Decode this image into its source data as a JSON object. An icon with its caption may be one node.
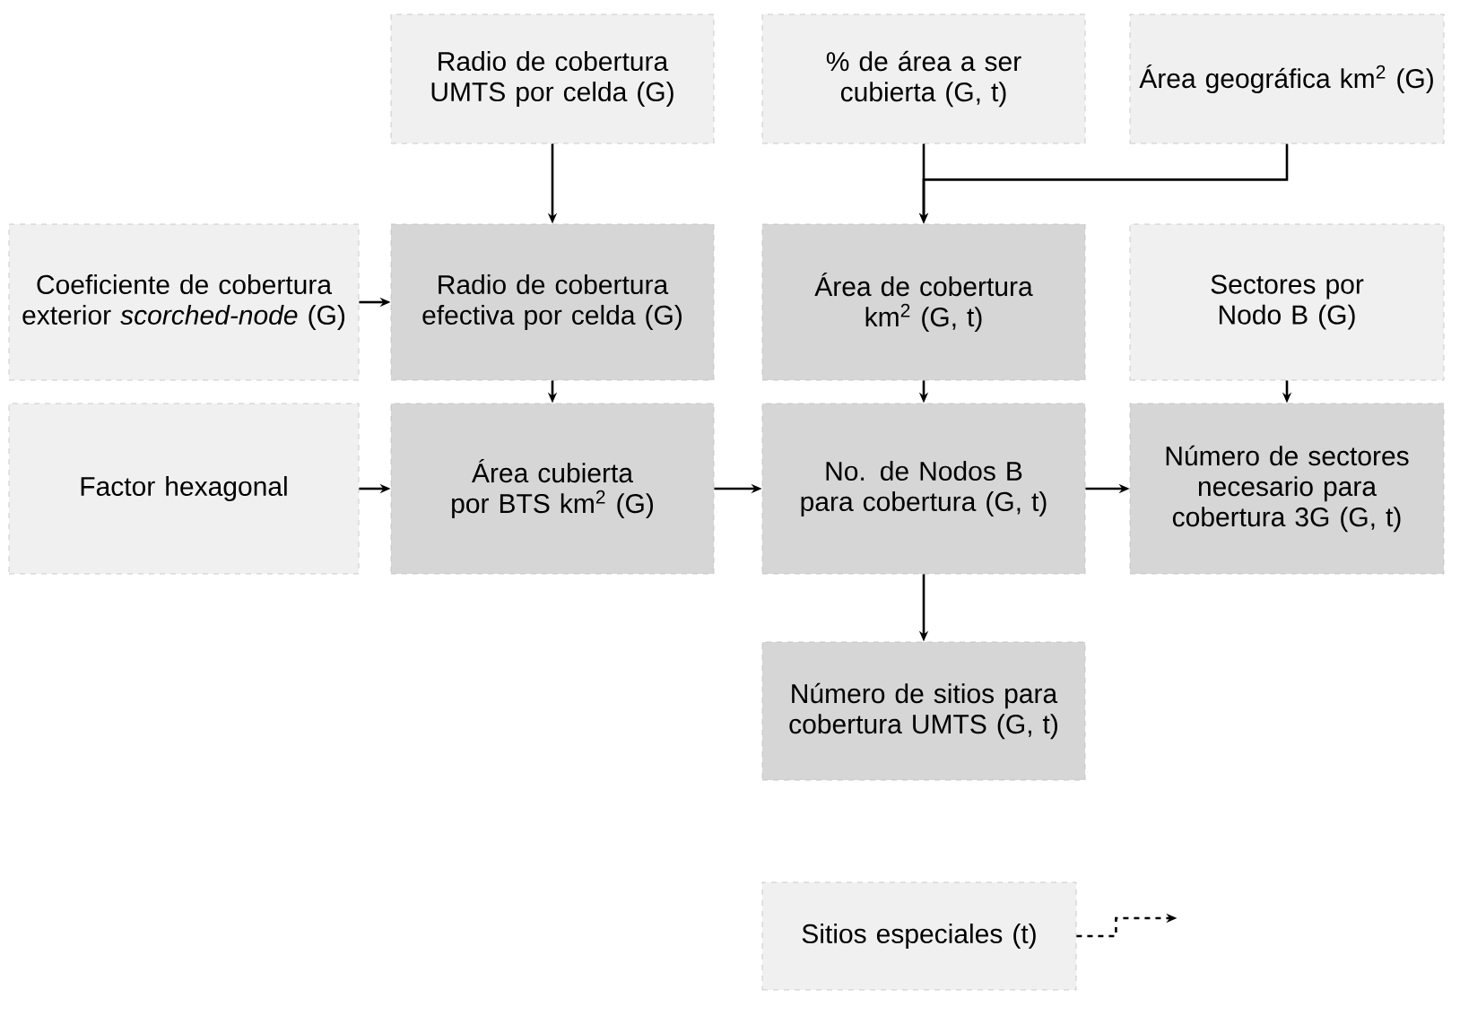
{
  "diagram": {
    "nodes": [
      {
        "text": [
          "Radio de cobertura UMTS por celda (G)"
        ]
      },
      {
        "text": [
          "% de área a ser cubierta (G, t)"
        ]
      },
      {
        "text": [
          "Área geográfica km$^{2}$ (G)"
        ]
      },
      {
        "text": [
          "Coeficiente de cobertura exterior *scorched-node* (G)"
        ]
      },
      {
        "text": [
          "Radio de cobertura efectiva por celda (G)"
        ]
      },
      {
        "text": [
          "Área de cobertura km$^{2}$ (G, t)"
        ]
      },
      {
        "text": [
          "Sectores por Nodo B (G)"
        ]
      },
      {
        "text": [
          "Factor hexagonal"
        ]
      },
      {
        "text": [
          "Área cubierta por BTS km$^{2}$ (G)"
        ]
      },
      {
        "text": [
          "No. de Nodos B para cobertura (G, t)"
        ]
      },
      {
        "text": [
          "Número de sectores necesario para cobertura 3G (G, t)"
        ]
      },
      {
        "text": [
          "Número de sitios para cobertura UMTS (G, t)"
        ]
      },
      {
        "text": [
          "Sitios especiales (t)"
        ]
      }
    ],
    "edges": [
      {
        "from": 0,
        "to": 4,
        "arrow": "to"
      },
      {
        "from": 1,
        "to": 5,
        "arrow": "to"
      },
      {
        "from": 2,
        "to": 5,
        "arrow": "to"
      },
      {
        "from": 3,
        "to": 4,
        "arrow": "to"
      },
      {
        "from": 4,
        "to": 8,
        "arrow": "to"
      },
      {
        "from": 5,
        "to": 9,
        "arrow": "to"
      },
      {
        "from": 6,
        "to": 10,
        "arrow": "to"
      },
      {
        "from": 7,
        "to": 8,
        "arrow": "to"
      },
      {
        "from": 8,
        "to": 9,
        "arrow": "to"
      },
      {
        "from": 9,
        "to": 10,
        "arrow": "to"
      },
      {
        "from": 9,
        "to": 11,
        "arrow": "to"
      },
      {
        "from": 12,
        "to": null,
        "arrow": "to",
        "style": "dashed"
      }
    ]
  }
}
